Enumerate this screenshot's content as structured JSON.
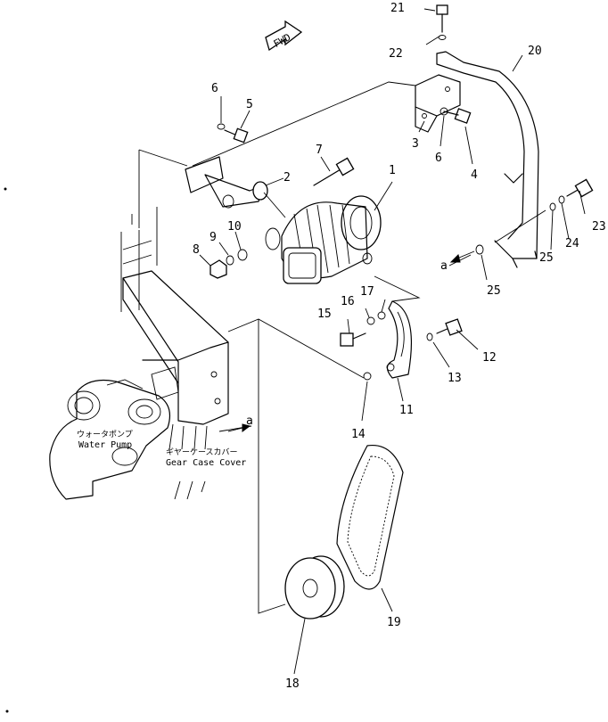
{
  "fwd_label": "FWD",
  "parts": [
    {
      "no": "1"
    },
    {
      "no": "2"
    },
    {
      "no": "3"
    },
    {
      "no": "4"
    },
    {
      "no": "5"
    },
    {
      "no": "6"
    },
    {
      "no": "6"
    },
    {
      "no": "7"
    },
    {
      "no": "8"
    },
    {
      "no": "9"
    },
    {
      "no": "10"
    },
    {
      "no": "11"
    },
    {
      "no": "12"
    },
    {
      "no": "13"
    },
    {
      "no": "14"
    },
    {
      "no": "15"
    },
    {
      "no": "16"
    },
    {
      "no": "17"
    },
    {
      "no": "18"
    },
    {
      "no": "19"
    },
    {
      "no": "20"
    },
    {
      "no": "21"
    },
    {
      "no": "22"
    },
    {
      "no": "23"
    },
    {
      "no": "24"
    },
    {
      "no": "25"
    },
    {
      "no": "25"
    }
  ],
  "ref_marks": {
    "a1": "a",
    "a2": "a"
  },
  "captions": {
    "water_pump_jp": "ウォータポンプ",
    "water_pump_en": "Water Pump",
    "gear_case_jp": "ギヤーケースカバー",
    "gear_case_en": "Gear Case Cover"
  }
}
